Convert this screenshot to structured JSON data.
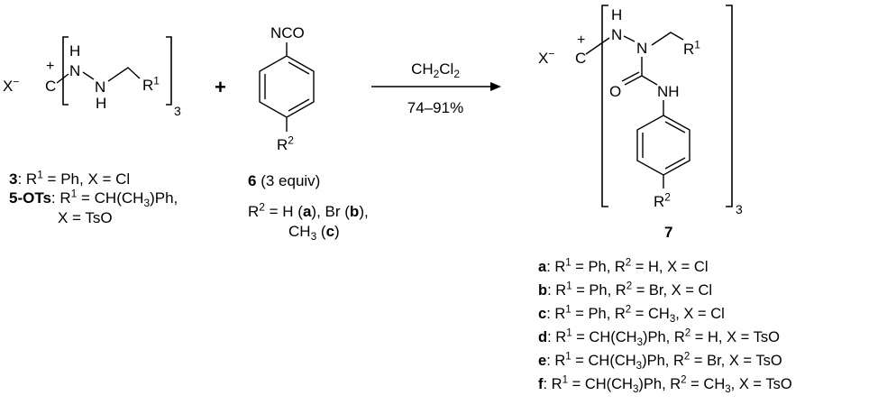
{
  "reactant_3": {
    "counterion": [
      {
        "t": "X"
      },
      {
        "t": "−",
        "sup": 1
      }
    ],
    "charge": "+",
    "carbon": "C",
    "nh_h_top": "H",
    "n1": "N",
    "n2": "N",
    "nh_h_bottom": "H",
    "r1": [
      {
        "t": "R"
      },
      {
        "t": "1",
        "sup": 1
      }
    ],
    "multiplier": "3",
    "labels": [
      [
        {
          "t": "3",
          "b": 1
        },
        {
          "t": ": R"
        },
        {
          "t": "1",
          "sup": 1
        },
        {
          "t": " = Ph, X = Cl"
        }
      ],
      [
        {
          "t": "5-OTs",
          "b": 1
        },
        {
          "t": ": R"
        },
        {
          "t": "1",
          "sup": 1
        },
        {
          "t": " = CH(CH"
        },
        {
          "t": "3",
          "sub": 1
        },
        {
          "t": ")Ph,"
        }
      ],
      [
        {
          "t": "X = TsO"
        }
      ]
    ]
  },
  "plus_sign": "+",
  "reactant_6": {
    "nco": "NCO",
    "r2": [
      {
        "t": "R"
      },
      {
        "t": "2",
        "sup": 1
      }
    ],
    "labels": [
      [
        {
          "t": "6",
          "b": 1
        },
        {
          "t": " (3 equiv)"
        }
      ],
      [
        {
          "t": "R"
        },
        {
          "t": "2",
          "sup": 1
        },
        {
          "t": " = H ("
        },
        {
          "t": "a",
          "b": 1
        },
        {
          "t": "), Br ("
        },
        {
          "t": "b",
          "b": 1
        },
        {
          "t": "),"
        }
      ],
      [
        {
          "t": "CH"
        },
        {
          "t": "3",
          "sub": 1
        },
        {
          "t": " ("
        },
        {
          "t": "c",
          "b": 1
        },
        {
          "t": ")"
        }
      ]
    ]
  },
  "arrow": {
    "reagent": [
      {
        "t": "CH"
      },
      {
        "t": "2",
        "sub": 1
      },
      {
        "t": "Cl"
      },
      {
        "t": "2",
        "sub": 1
      }
    ],
    "yield": "74–91%"
  },
  "product_7": {
    "counterion": [
      {
        "t": "X"
      },
      {
        "t": "−",
        "sup": 1
      }
    ],
    "charge": "+",
    "carbon": "C",
    "nh_h": "H",
    "n1": "N",
    "n2": "N",
    "r1": [
      {
        "t": "R"
      },
      {
        "t": "1",
        "sup": 1
      }
    ],
    "oxygen": "O",
    "nh": "NH",
    "r2": [
      {
        "t": "R"
      },
      {
        "t": "2",
        "sup": 1
      }
    ],
    "multiplier": "3",
    "compound_number": "7",
    "variants": [
      [
        {
          "t": "a",
          "b": 1
        },
        {
          "t": ": R"
        },
        {
          "t": "1",
          "sup": 1
        },
        {
          "t": " = Ph, R"
        },
        {
          "t": "2",
          "sup": 1
        },
        {
          "t": " = H, X = Cl"
        }
      ],
      [
        {
          "t": "b",
          "b": 1
        },
        {
          "t": ": R"
        },
        {
          "t": "1",
          "sup": 1
        },
        {
          "t": " = Ph, R"
        },
        {
          "t": "2",
          "sup": 1
        },
        {
          "t": " = Br, X = Cl"
        }
      ],
      [
        {
          "t": "c",
          "b": 1
        },
        {
          "t": ": R"
        },
        {
          "t": "1",
          "sup": 1
        },
        {
          "t": " = Ph, R"
        },
        {
          "t": "2",
          "sup": 1
        },
        {
          "t": " = CH"
        },
        {
          "t": "3",
          "sub": 1
        },
        {
          "t": ", X = Cl"
        }
      ],
      [
        {
          "t": "d",
          "b": 1
        },
        {
          "t": ": R"
        },
        {
          "t": "1",
          "sup": 1
        },
        {
          "t": " = CH(CH"
        },
        {
          "t": "3",
          "sub": 1
        },
        {
          "t": ")Ph, R"
        },
        {
          "t": "2",
          "sup": 1
        },
        {
          "t": " = H, X = TsO"
        }
      ],
      [
        {
          "t": "e",
          "b": 1
        },
        {
          "t": ": R"
        },
        {
          "t": "1",
          "sup": 1
        },
        {
          "t": " = CH(CH"
        },
        {
          "t": "3",
          "sub": 1
        },
        {
          "t": ")Ph, R"
        },
        {
          "t": "2",
          "sup": 1
        },
        {
          "t": " = Br, X = TsO"
        }
      ],
      [
        {
          "t": "f",
          "b": 1
        },
        {
          "t": ":  R"
        },
        {
          "t": "1",
          "sup": 1
        },
        {
          "t": " = CH(CH"
        },
        {
          "t": "3",
          "sub": 1
        },
        {
          "t": ")Ph, R"
        },
        {
          "t": "2",
          "sup": 1
        },
        {
          "t": " = CH"
        },
        {
          "t": "3",
          "sub": 1
        },
        {
          "t": ", X = TsO"
        }
      ]
    ]
  }
}
